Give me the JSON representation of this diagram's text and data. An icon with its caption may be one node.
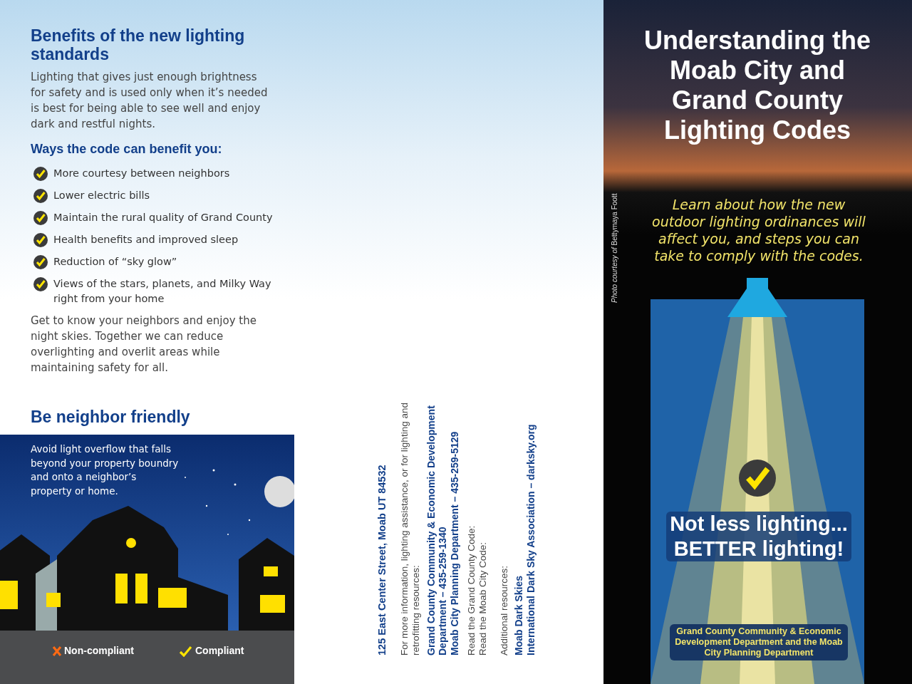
{
  "diagram": {
    "title": "Understanding the Moab City and Grand County Lighting Codes",
    "labels": [
      "Benefits of the new lighting standards",
      "Lighting that gives just enough brightness for safety and is used only when it’s needed is best for being able to see well and enjoy dark and restful nights.",
      "Ways the code can benefit you:",
      "More courtesy between neighbors",
      "Lower electric bills",
      "Maintain the rural quality of Grand County",
      "Health benefits and improved sleep",
      "Reduction of “sky glow”",
      "Views of the stars, planets, and Milky Way right from your home",
      "Get to know your neighbors and enjoy the night skies. Together we can reduce overlighting and overlit areas while maintaining safety for all.",
      "Be neighbor friendly",
      "Avoid light overflow that falls beyond your property boundry and onto a neighbor’s property or home.",
      "125 East Center Street, Moab UT 84532",
      "For more information, lighting assistance, or for lighting and retrofitting resources:",
      "Grand County Community & Economic Development Department – 435-259-1340",
      "Moab City Planning Department – 435-259-5129",
      "Read the Grand County Code:",
      "Read the Moab City Code:",
      "Additional resources:",
      "Moab Dark Skies",
      "International Dark Sky Association – darksky.org",
      "*Photo courtesy of* Bettymaya Foott",
      "Learn about how the new outdoor lighting ordinances will affect you, and steps you can take to comply with the codes.",
      "Not less lighting... BETTER lighting!",
      "Grand County Community & Economic Development Department and the Moab City Planning Department"
    ],
    "legend": [
      {
        "text": "Non-compliant"
      },
      {
        "text": "Compliant"
      }
    ]
  }
}
